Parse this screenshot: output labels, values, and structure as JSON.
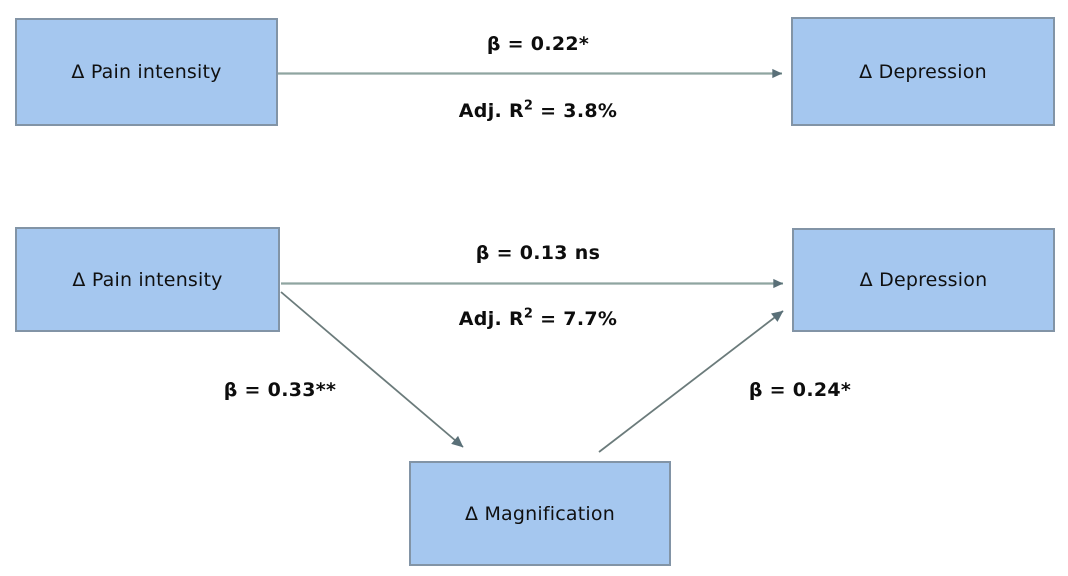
{
  "figure": {
    "type": "mediation-path-diagram",
    "background_color": "#ffffff",
    "node_fill_color": "#a5c7ef",
    "node_border_color": "#8294a6",
    "connector_color": "#8fa5a0",
    "diagonal_connector_color": "#6b7b7b",
    "arrowhead_color": "#5a7078",
    "text_color": "#0d0d0d"
  },
  "panels": {
    "top": {
      "name": "direct-effect-model",
      "source_node": {
        "label": "Δ Pain intensity"
      },
      "target_node": {
        "label": "Δ Depression"
      },
      "path_label": {
        "prefix": "β = 0.22*",
        "beta": 0.22,
        "significance": "*"
      },
      "fit_label": {
        "prefix": "Adj. R",
        "superscript": "2",
        "suffix": " = 3.8%",
        "adj_r_squared_percent": 3.8
      }
    },
    "bottom": {
      "name": "mediation-model",
      "source_node": {
        "label": "Δ Pain intensity"
      },
      "target_node": {
        "label": "Δ Depression"
      },
      "mediator_node": {
        "label": "Δ Magnification"
      },
      "direct_path_label": {
        "prefix": "β = 0.13 ns",
        "beta": 0.13,
        "significance": "ns"
      },
      "fit_label": {
        "prefix": "Adj. R",
        "superscript": "2",
        "suffix": " = 7.7%",
        "adj_r_squared_percent": 7.7
      },
      "path_a_label": {
        "prefix": "β = 0.33**",
        "beta": 0.33,
        "significance": "**"
      },
      "path_b_label": {
        "prefix": "β = 0.24*",
        "beta": 0.24,
        "significance": "*"
      }
    }
  }
}
